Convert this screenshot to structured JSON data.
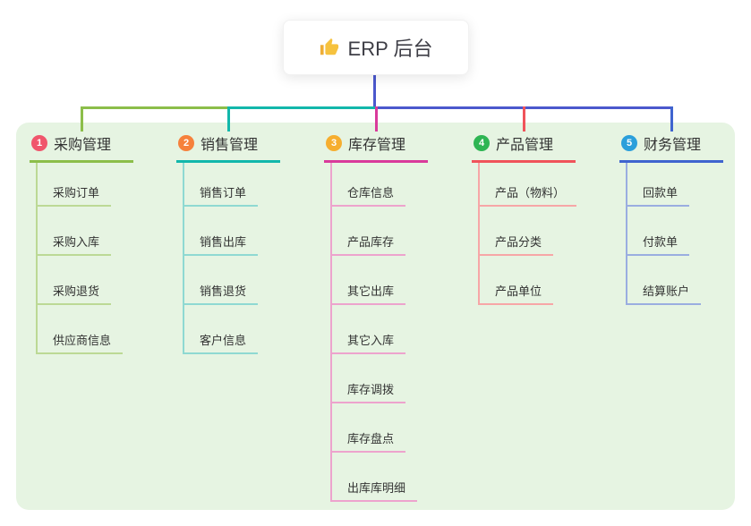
{
  "root": {
    "label": "ERP 后台",
    "icon": "thumbs-up",
    "icon_color": "#f6c23e",
    "trunk_color": "#4b58cd"
  },
  "panel": {
    "background": "#e6f4e2"
  },
  "branches": [
    {
      "num": "1",
      "title": "采购管理",
      "line_color": "#8cbe4a",
      "child_line_color": "#bcd995",
      "badge_color": "#f0566c",
      "children": [
        "采购订单",
        "采购入库",
        "采购退货",
        "供应商信息"
      ]
    },
    {
      "num": "2",
      "title": "销售管理",
      "line_color": "#12b7ab",
      "child_line_color": "#8fd9d2",
      "badge_color": "#f6813c",
      "children": [
        "销售订单",
        "销售出库",
        "销售退货",
        "客户信息"
      ]
    },
    {
      "num": "3",
      "title": "库存管理",
      "line_color": "#d93a9b",
      "child_line_color": "#eda3cd",
      "badge_color": "#f6ae2f",
      "children": [
        "仓库信息",
        "产品库存",
        "其它出库",
        "其它入库",
        "库存调拨",
        "库存盘点",
        "出库库明细"
      ]
    },
    {
      "num": "4",
      "title": "产品管理",
      "line_color": "#f0535a",
      "child_line_color": "#f7a6a7",
      "badge_color": "#2eb553",
      "children": [
        "产品（物料）",
        "产品分类",
        "产品单位"
      ]
    },
    {
      "num": "5",
      "title": "财务管理",
      "line_color": "#3f64cf",
      "child_line_color": "#9aade0",
      "badge_color": "#2b9fdb",
      "children": [
        "回款单",
        "付款单",
        "结算账户"
      ]
    }
  ]
}
